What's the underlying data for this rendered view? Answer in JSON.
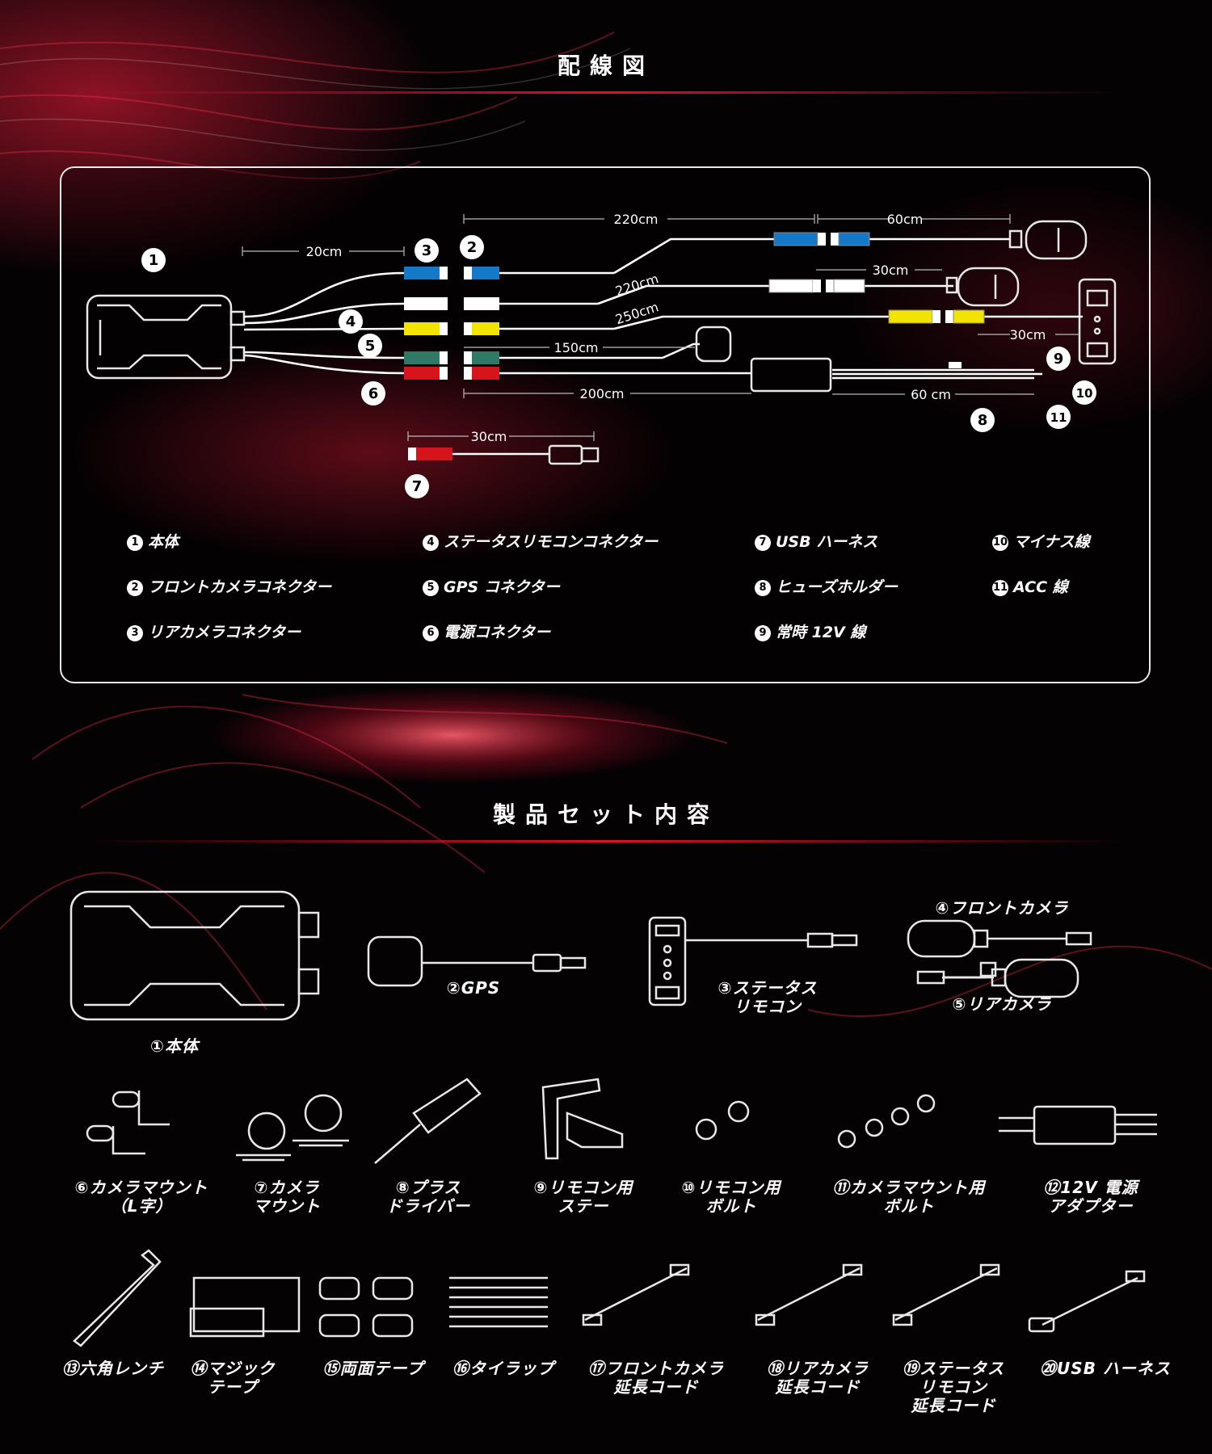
{
  "wiring": {
    "title": "配線図",
    "markers": [
      "1",
      "2",
      "3",
      "4",
      "5",
      "6",
      "7",
      "8",
      "9",
      "10",
      "11"
    ],
    "dimensions": {
      "body_cable": "20cm",
      "front_long": "220cm",
      "front_short": "60cm",
      "rear_long": "220cm",
      "rear_short": "30cm",
      "status_long": "250cm",
      "status_short": "30cm",
      "gps": "150cm",
      "power": "200cm",
      "power_tail": "60 cm",
      "usb": "30cm"
    },
    "connector_colors": {
      "front": "#1679c8",
      "rear": "#ffffff",
      "status": "#f2e300",
      "gps": "#2f7a66",
      "power": "#d6141c",
      "usb": "#d6141c"
    },
    "legend": [
      {
        "num": "1",
        "label": "本体"
      },
      {
        "num": "2",
        "label": "フロントカメラコネクター"
      },
      {
        "num": "3",
        "label": "リアカメラコネクター"
      },
      {
        "num": "4",
        "label": "ステータスリモコンコネクター"
      },
      {
        "num": "5",
        "label": "GPS コネクター"
      },
      {
        "num": "6",
        "label": "電源コネクター"
      },
      {
        "num": "7",
        "label": "USB ハーネス"
      },
      {
        "num": "8",
        "label": "ヒューズホルダー"
      },
      {
        "num": "9",
        "label": "常時 12V 線"
      },
      {
        "num": "10",
        "label": "マイナス線"
      },
      {
        "num": "11",
        "label": "ACC 線"
      }
    ]
  },
  "contents": {
    "title": "製品セット内容",
    "items": [
      {
        "lines": [
          "①本体"
        ]
      },
      {
        "lines": [
          "②GPS"
        ]
      },
      {
        "lines": [
          "③ステータス",
          "リモコン"
        ]
      },
      {
        "lines": [
          "④フロントカメラ"
        ]
      },
      {
        "lines": [
          "⑤リアカメラ"
        ]
      },
      {
        "lines": [
          "⑥カメラマウント",
          "（L字）"
        ]
      },
      {
        "lines": [
          "⑦カメラ",
          "マウント"
        ]
      },
      {
        "lines": [
          "⑧プラス",
          "ドライバー"
        ]
      },
      {
        "lines": [
          "⑨リモコン用",
          "ステー"
        ]
      },
      {
        "lines": [
          "⑩リモコン用",
          "ボルト"
        ]
      },
      {
        "lines": [
          "⑪カメラマウント用",
          "ボルト"
        ]
      },
      {
        "lines": [
          "⑫12V 電源",
          "アダプター"
        ]
      },
      {
        "lines": [
          "⑬六角レンチ"
        ]
      },
      {
        "lines": [
          "⑭マジック",
          "テープ"
        ]
      },
      {
        "lines": [
          "⑮両面テープ"
        ]
      },
      {
        "lines": [
          "⑯タイラップ"
        ]
      },
      {
        "lines": [
          "⑰フロントカメラ",
          "延長コード"
        ]
      },
      {
        "lines": [
          "⑱リアカメラ",
          "延長コード"
        ]
      },
      {
        "lines": [
          "⑲ステータス",
          "リモコン",
          "延長コード"
        ]
      },
      {
        "lines": [
          "⑳USB ハーネス"
        ]
      }
    ]
  }
}
